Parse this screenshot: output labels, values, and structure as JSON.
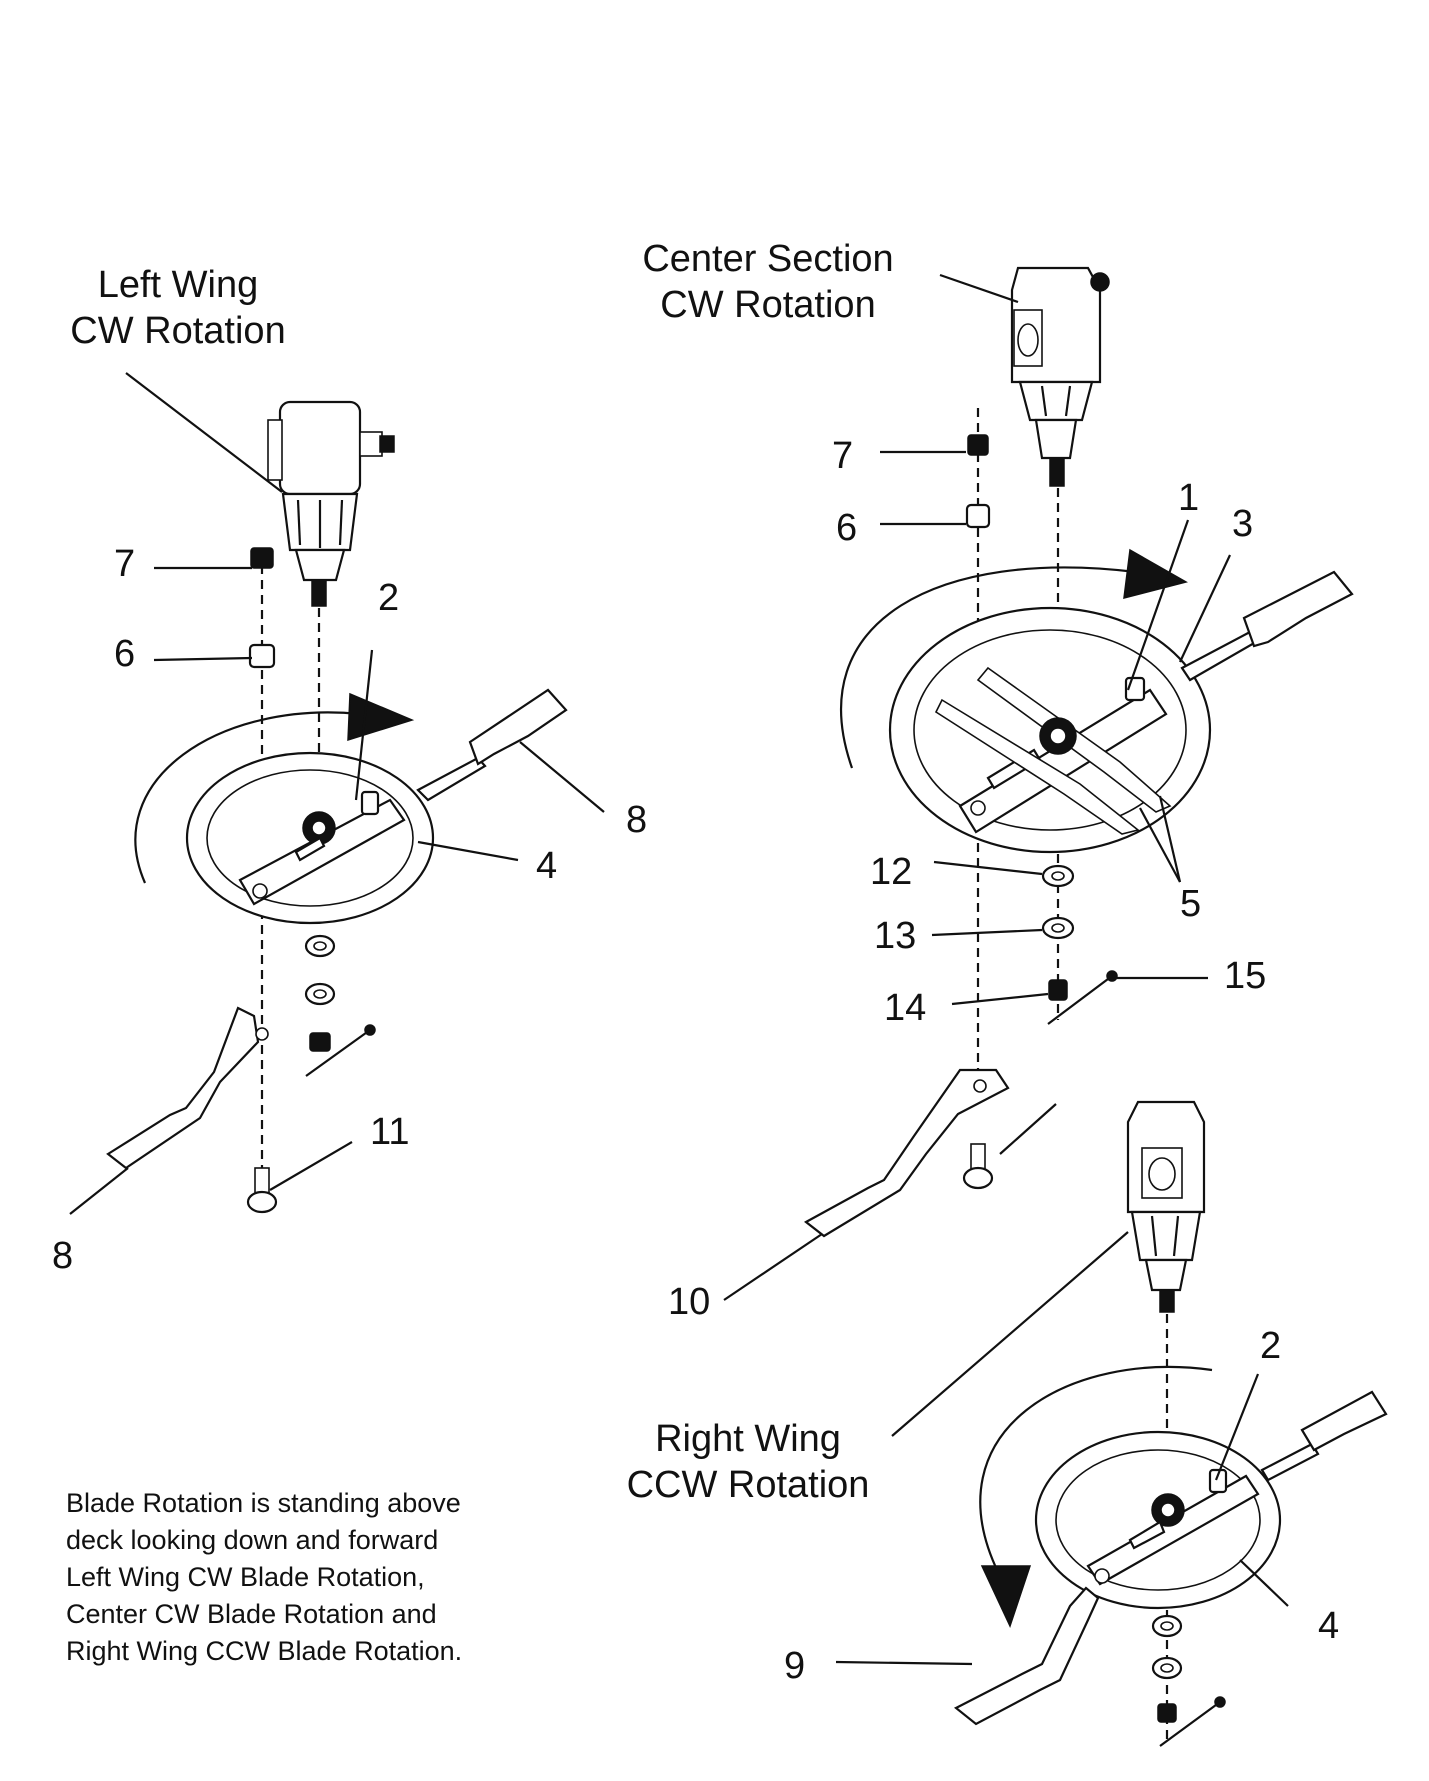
{
  "headings": {
    "left_wing": [
      "Left Wing",
      "CW Rotation"
    ],
    "center_section": [
      "Center Section",
      "CW Rotation"
    ],
    "right_wing": [
      "Right Wing",
      "CCW Rotation"
    ]
  },
  "callouts": {
    "left_7": "7",
    "left_6": "6",
    "left_2": "2",
    "left_8_upper": "8",
    "left_4": "4",
    "left_11": "11",
    "left_8_lower": "8",
    "center_7": "7",
    "center_6": "6",
    "center_1": "1",
    "center_3": "3",
    "center_12": "12",
    "center_13": "13",
    "center_14": "14",
    "center_15": "15",
    "center_5": "5",
    "center_10": "10",
    "right_2": "2",
    "right_4": "4",
    "right_9": "9"
  },
  "note": [
    "Blade Rotation is standing above",
    "deck looking down and forward",
    "Left Wing CW Blade Rotation,",
    "Center CW Blade Rotation and",
    "Right Wing CCW Blade Rotation."
  ]
}
